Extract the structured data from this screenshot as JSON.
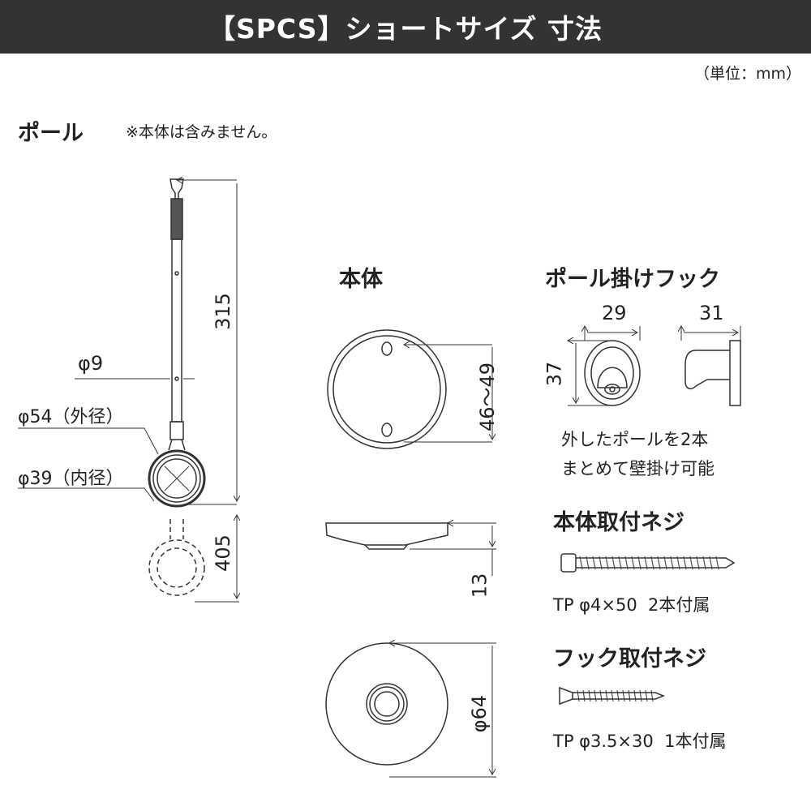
{
  "header": {
    "title": "【SPCS】ショートサイズ 寸法"
  },
  "unit_note": "（単位：mm）",
  "pole": {
    "heading": "ポール",
    "note": "※本体は含みません。",
    "dims": {
      "length": "315",
      "extended": "405",
      "shaft_dia": "φ9",
      "outer_dia": "φ54（外径）",
      "inner_dia": "φ39（内径）"
    }
  },
  "body": {
    "heading": "本体",
    "dims": {
      "hole_pitch": "46～49",
      "height": "13",
      "diameter": "φ64"
    }
  },
  "hook": {
    "heading": "ポール掛けフック",
    "dims": {
      "width_front": "29",
      "width_side": "31",
      "height": "37"
    },
    "note_line1": "外したポールを2本",
    "note_line2": "まとめて壁掛け可能"
  },
  "body_screw": {
    "heading": "本体取付ネジ",
    "spec": "TP φ4×50  2本付属"
  },
  "hook_screw": {
    "heading": "フック取付ネジ",
    "spec": "TP φ3.5×30  1本付属"
  }
}
